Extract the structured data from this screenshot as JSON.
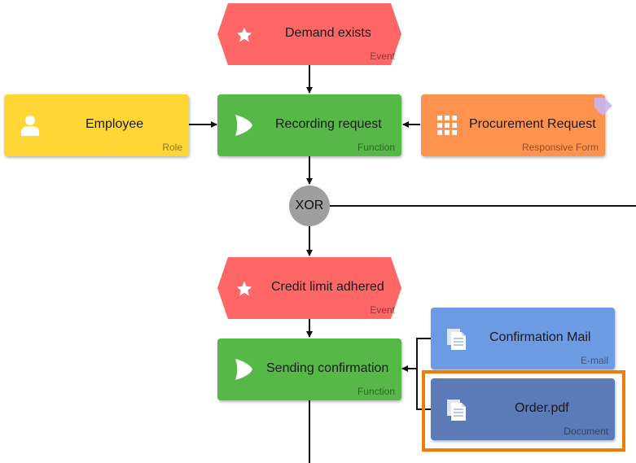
{
  "colors": {
    "event": "#ff6666",
    "function": "#56b847",
    "role": "#ffd633",
    "form": "#ff924d",
    "email": "#6c9be3",
    "document": "#5a7ab8",
    "gateway": "#9e9e9e",
    "selection": "#f07c0a"
  },
  "nodes": {
    "demand_exists": {
      "label": "Demand exists",
      "type": "Event",
      "icon": "star-icon"
    },
    "employee": {
      "label": "Employee",
      "type": "Role",
      "icon": "person-icon"
    },
    "recording_request": {
      "label": "Recording request",
      "type": "Function",
      "icon": "play-icon"
    },
    "procurement_request": {
      "label": "Procurement Request",
      "type": "Responsive Form",
      "icon": "grid-icon"
    },
    "xor": {
      "label": "XOR"
    },
    "credit_limit": {
      "label": "Credit limit adhered",
      "type": "Event",
      "icon": "star-icon"
    },
    "sending_confirmation": {
      "label": "Sending confirmation",
      "type": "Function",
      "icon": "play-icon"
    },
    "confirmation_mail": {
      "label": "Confirmation Mail",
      "type": "E-mail",
      "icon": "document-icon"
    },
    "order_pdf": {
      "label": "Order.pdf",
      "type": "Document",
      "icon": "document-icon",
      "selected": true
    }
  }
}
